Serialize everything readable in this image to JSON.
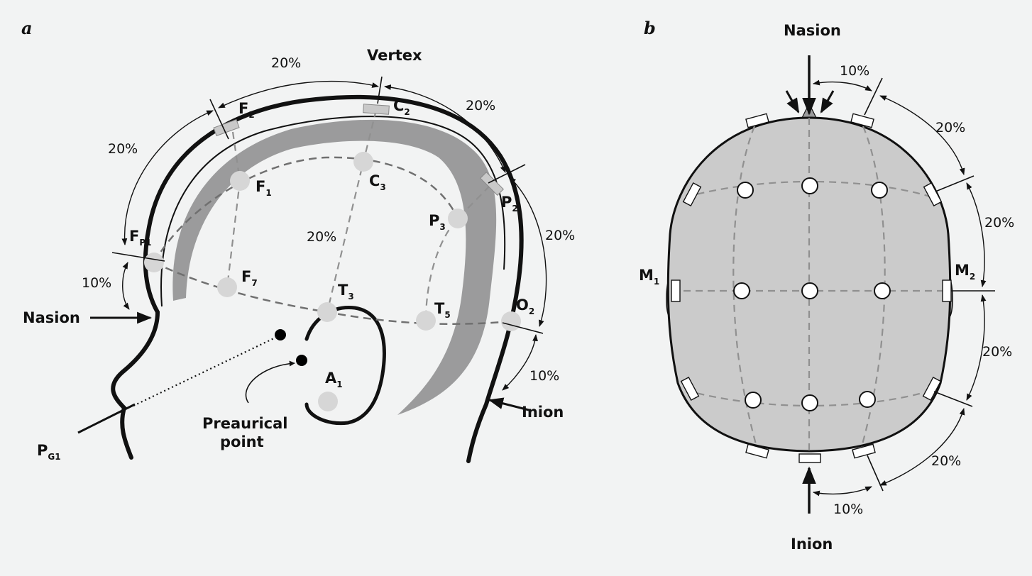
{
  "panels": {
    "a": {
      "letter": "a",
      "landmarks": {
        "vertex": "Vertex",
        "nasion": "Nasion",
        "inion": "Inion",
        "preauricular_line1": "Preaurical",
        "preauricular_line2": "point",
        "pg1": {
          "base": "P",
          "sub": "G1"
        }
      },
      "electrodes": {
        "fp1": {
          "base": "F",
          "sub": "P1"
        },
        "f2": {
          "base": "F",
          "sub": "2"
        },
        "c2": {
          "base": "C",
          "sub": "2"
        },
        "p2": {
          "base": "P",
          "sub": "2"
        },
        "f1": {
          "base": "F",
          "sub": "1"
        },
        "c3": {
          "base": "C",
          "sub": "3"
        },
        "p3": {
          "base": "P",
          "sub": "3"
        },
        "f7": {
          "base": "F",
          "sub": "7"
        },
        "t3": {
          "base": "T",
          "sub": "3"
        },
        "t5": {
          "base": "T",
          "sub": "5"
        },
        "o2": {
          "base": "O",
          "sub": "2"
        },
        "a1": {
          "base": "A",
          "sub": "1"
        }
      },
      "percentages": {
        "fp1_f2": "20%",
        "f2_c2": "20%",
        "c2_p2": "20%",
        "p2_o2": "20%",
        "nasion_fp1": "10%",
        "o2_inion": "10%",
        "vertical_t3_c3": "20%"
      }
    },
    "b": {
      "letter": "b",
      "landmarks": {
        "nasion": "Nasion",
        "inion": "Inion",
        "m1": {
          "base": "M",
          "sub": "1"
        },
        "m2": {
          "base": "M",
          "sub": "2"
        }
      },
      "percentages": {
        "top": "10%",
        "right_1": "20%",
        "right_2": "20%",
        "right_3": "20%",
        "right_4": "20%",
        "bottom": "10%"
      }
    }
  },
  "colors": {
    "background": "#f2f3f3",
    "outline": "#111111",
    "brain_band": "#9b9b9c",
    "electrode_light": "#d6d6d6",
    "head_fill_b": "#cbcbcb"
  }
}
